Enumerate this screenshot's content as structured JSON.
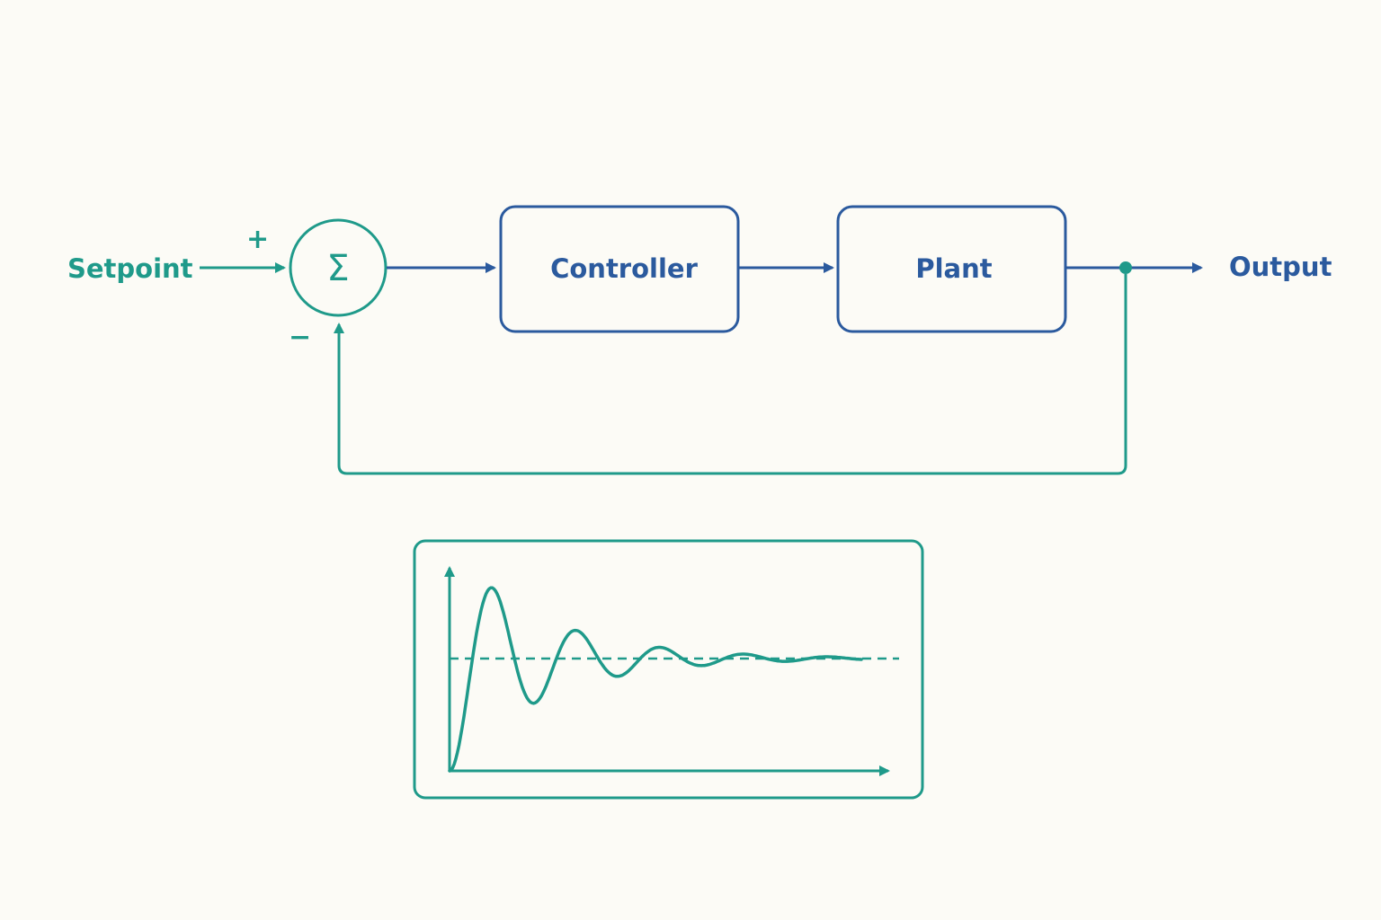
{
  "colors": {
    "teal": "#1f9a8a",
    "blue": "#2b5a9e",
    "background": "#fcfbf6"
  },
  "diagram": {
    "setpoint_label": "Setpoint",
    "plus_sign": "+",
    "minus_sign": "−",
    "summing_symbol": "Σ",
    "controller_label": "Controller",
    "plant_label": "Plant",
    "output_label": "Output"
  },
  "chart_data": {
    "type": "line",
    "title": "",
    "xlabel": "",
    "ylabel": "",
    "reference_level": 1.0,
    "damped_oscillation": {
      "peak_overshoot": 1.58,
      "first_undershoot": 0.57,
      "settles_to": 1.0
    }
  }
}
